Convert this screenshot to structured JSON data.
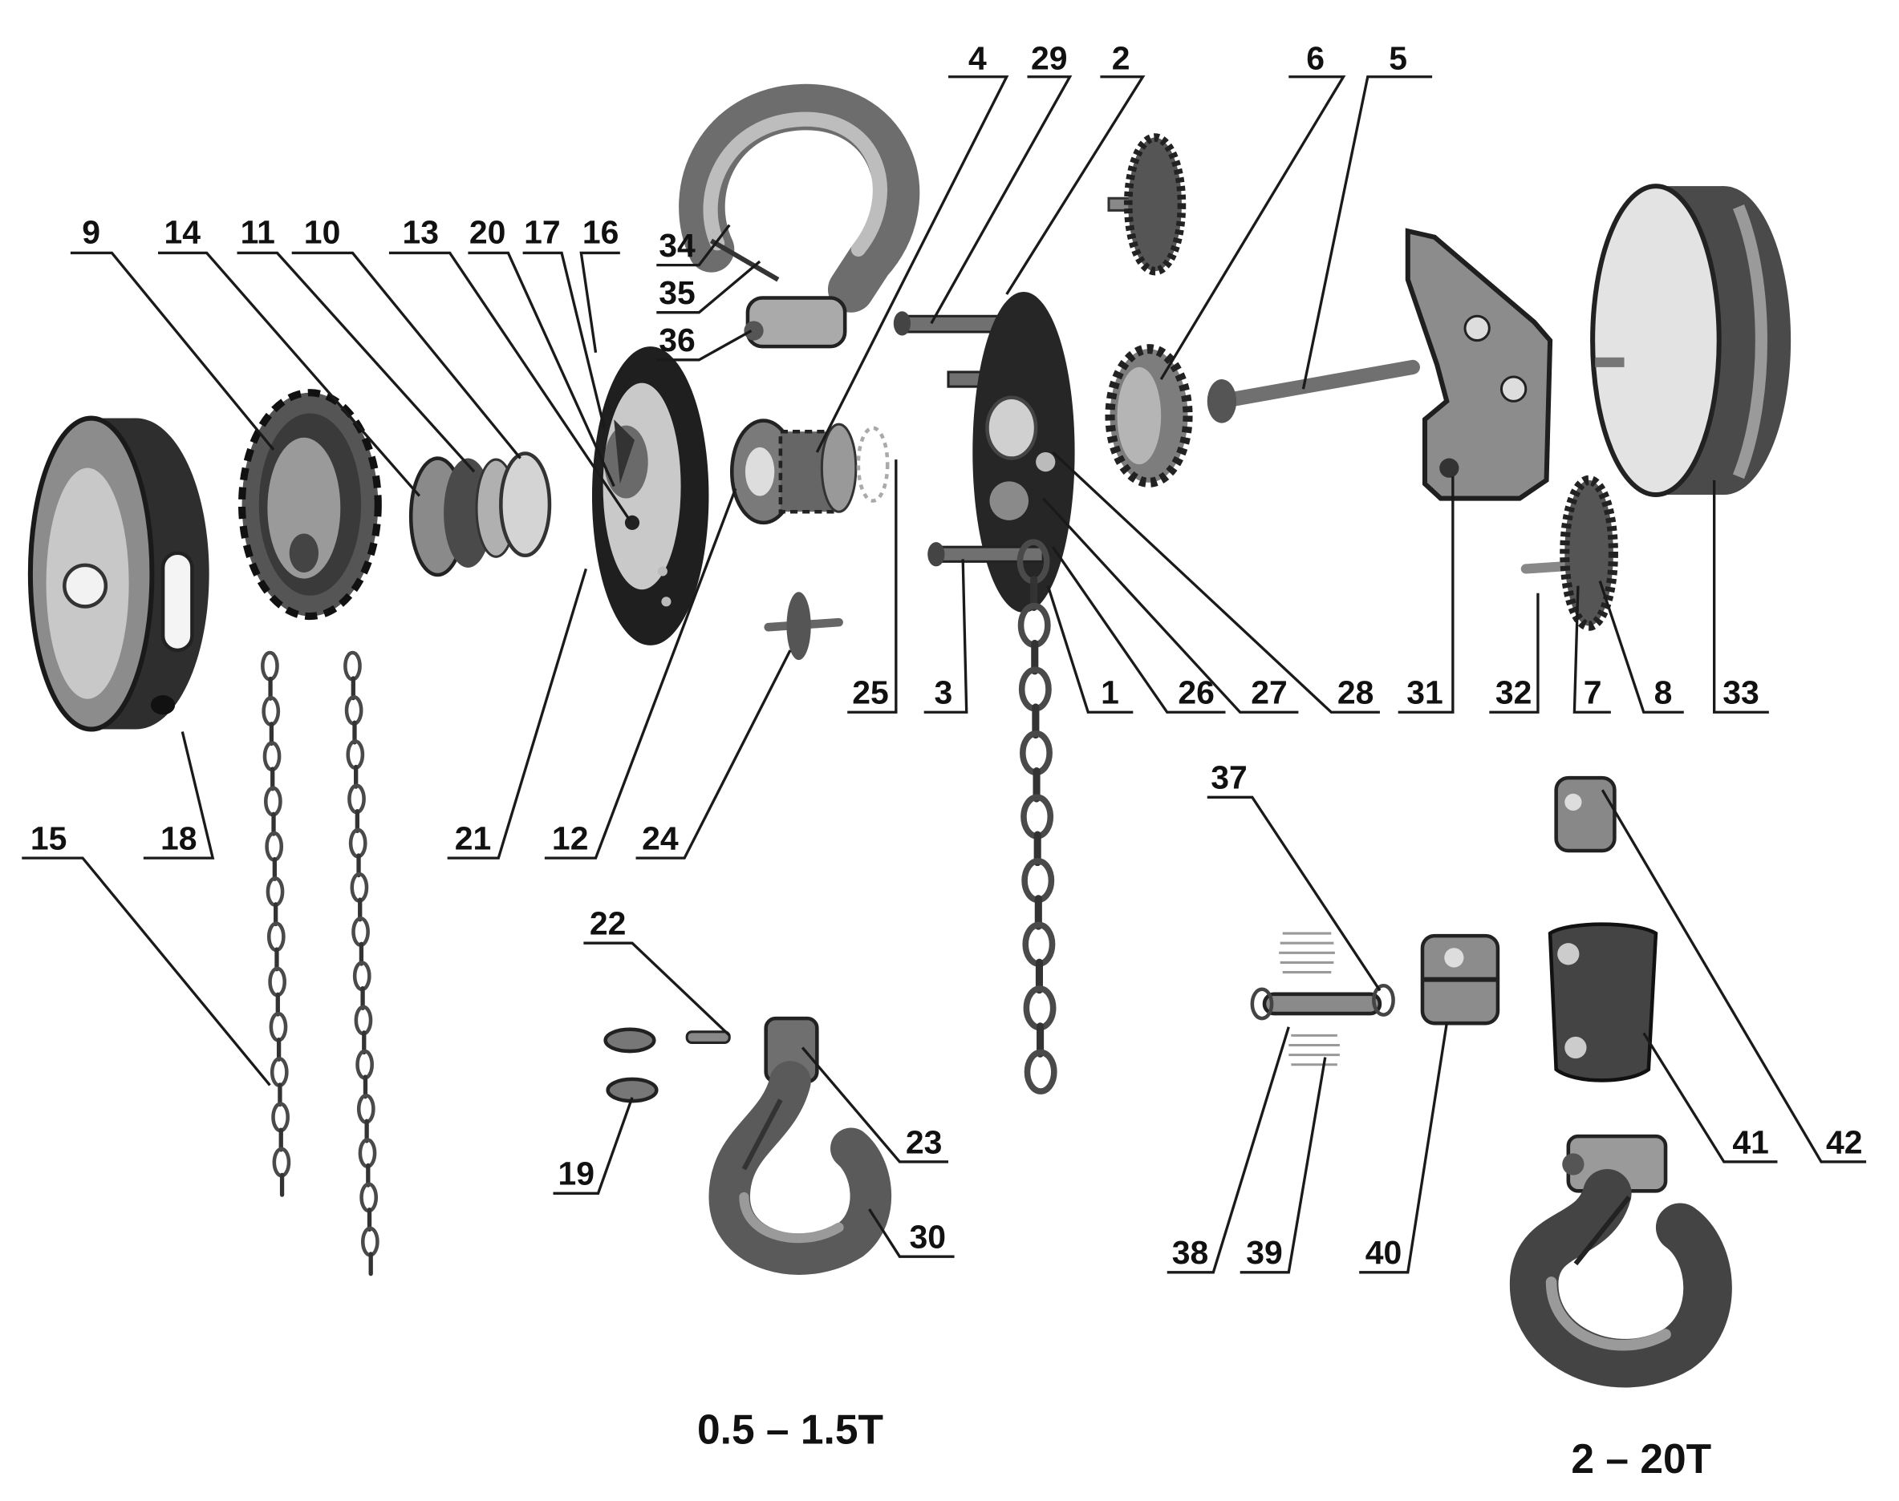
{
  "callouts": {
    "part_1": "1",
    "part_2": "2",
    "part_3": "3",
    "part_4": "4",
    "part_5": "5",
    "part_6": "6",
    "part_7": "7",
    "part_8": "8",
    "part_9": "9",
    "part_10": "10",
    "part_11": "11",
    "part_12": "12",
    "part_13": "13",
    "part_14": "14",
    "part_15": "15",
    "part_16": "16",
    "part_17": "17",
    "part_18": "18",
    "part_19": "19",
    "part_20": "20",
    "part_21": "21",
    "part_22": "22",
    "part_23": "23",
    "part_24": "24",
    "part_25": "25",
    "part_26": "26",
    "part_27": "27",
    "part_28": "28",
    "part_29": "29",
    "part_30": "30",
    "part_31": "31",
    "part_32": "32",
    "part_33": "33",
    "part_34": "34",
    "part_35": "35",
    "part_36": "36",
    "part_37": "37",
    "part_38": "38",
    "part_39": "39",
    "part_40": "40",
    "part_41": "41",
    "part_42": "42"
  },
  "capacity_labels": {
    "small_range": "0.5 – 1.5T",
    "large_range": "2 – 20T"
  },
  "colors": {
    "background": "#ffffff",
    "ink": "#1a1a1a"
  }
}
